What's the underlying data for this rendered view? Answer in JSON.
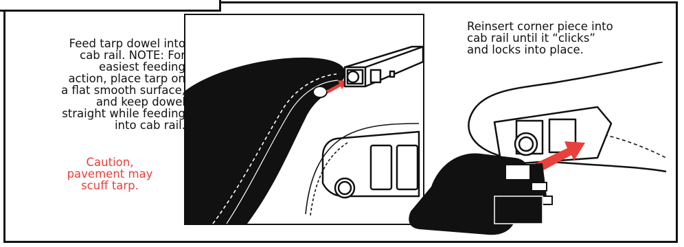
{
  "instructions": {
    "feed_text": "Feed tarp dowel into\ncab rail. NOTE: For\neasiest feeding\naction, place tarp on\na flat smooth surface,\nand keep dowel\nstraight while feeding\ninto cab rail.",
    "caution_text": "Caution,\npavement may\nscuff tarp.",
    "reinsert_text": "Reinsert corner piece into\ncab rail until it “clicks”\nand locks into place."
  },
  "colors": {
    "ink": "#111111",
    "caution": "#e8403a",
    "arrow": "#e8403a",
    "paper": "#ffffff"
  }
}
